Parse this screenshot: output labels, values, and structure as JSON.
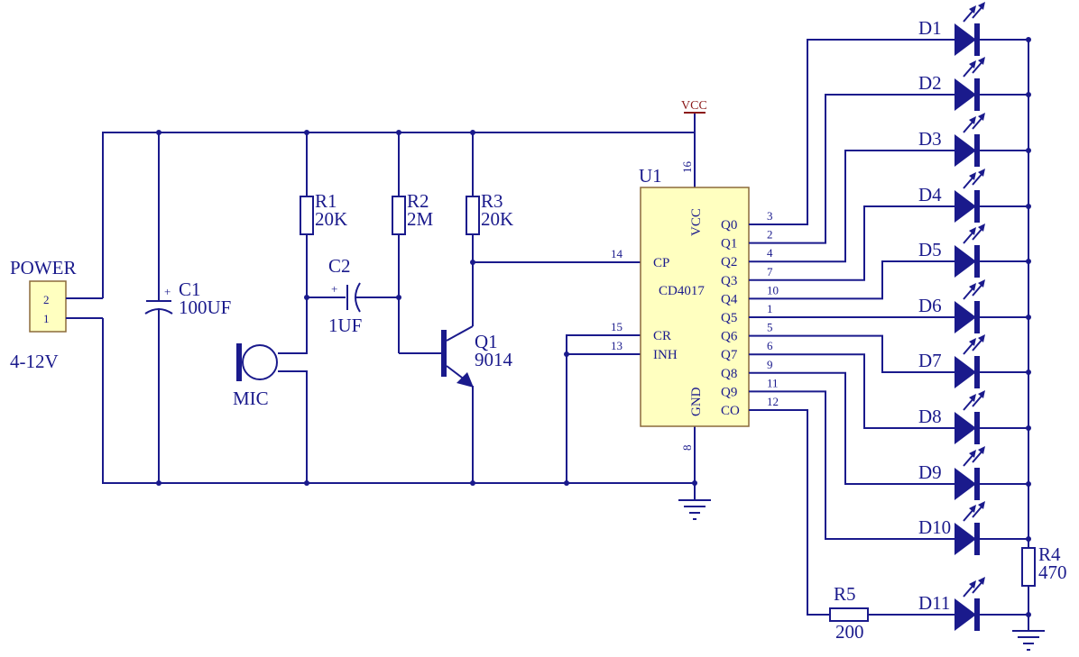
{
  "power": {
    "label": "POWER",
    "pin_top": "2",
    "pin_bottom": "1",
    "voltage": "4-12V"
  },
  "c1": {
    "name": "C1",
    "value": "100UF",
    "polarity": "+"
  },
  "c2": {
    "name": "C2",
    "value": "1UF",
    "polarity": "+"
  },
  "r1": {
    "name": "R1",
    "value": "20K"
  },
  "r2": {
    "name": "R2",
    "value": "2M"
  },
  "r3": {
    "name": "R3",
    "value": "20K"
  },
  "r4": {
    "name": "R4",
    "value": "470"
  },
  "r5": {
    "name": "R5",
    "value": "200"
  },
  "mic": {
    "name": "MIC"
  },
  "q1": {
    "name": "Q1",
    "value": "9014"
  },
  "vcc": {
    "label": "VCC"
  },
  "u1": {
    "name": "U1",
    "part": "CD4017",
    "vcc_pin": "VCC",
    "vcc_num": "16",
    "gnd_pin": "GND",
    "gnd_num": "8",
    "left_pins": [
      {
        "label": "CP",
        "num": "14"
      },
      {
        "label": "CR",
        "num": "15"
      },
      {
        "label": "INH",
        "num": "13"
      }
    ],
    "right_pins": [
      {
        "label": "Q0",
        "num": "3"
      },
      {
        "label": "Q1",
        "num": "2"
      },
      {
        "label": "Q2",
        "num": "4"
      },
      {
        "label": "Q3",
        "num": "7"
      },
      {
        "label": "Q4",
        "num": "10"
      },
      {
        "label": "Q5",
        "num": "1"
      },
      {
        "label": "Q6",
        "num": "5"
      },
      {
        "label": "Q7",
        "num": "6"
      },
      {
        "label": "Q8",
        "num": "9"
      },
      {
        "label": "Q9",
        "num": "11"
      },
      {
        "label": "CO",
        "num": "12"
      }
    ]
  },
  "leds": [
    "D1",
    "D2",
    "D3",
    "D4",
    "D5",
    "D6",
    "D7",
    "D8",
    "D9",
    "D10",
    "D11"
  ],
  "colors": {
    "wire": "#1a1a8c",
    "chip_fill": "#ffffc0",
    "chip_stroke": "#8b6a3a",
    "vcc_label": "#8b1a1a"
  }
}
